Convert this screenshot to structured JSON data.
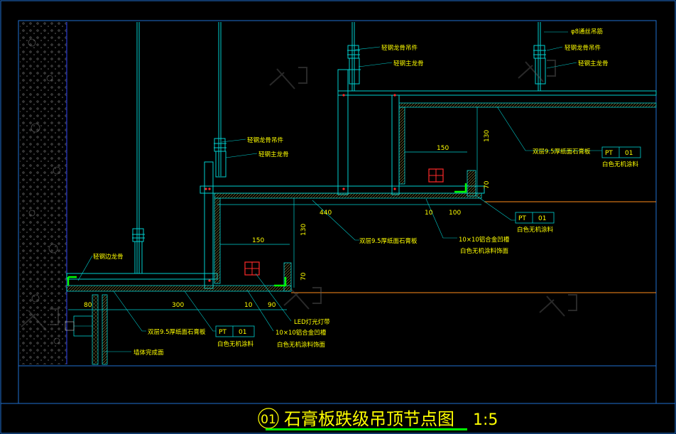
{
  "title": {
    "number": "01",
    "text": "石膏板跌级吊顶节点图",
    "scale": "1:5"
  },
  "labels": {
    "rod": "φ8通丝吊筋",
    "hanger_r": "轻钢龙骨吊件",
    "main_keel_r": "轻钢主龙骨",
    "hanger_m": "轻钢龙骨吊件",
    "main_keel_m": "轻钢主龙骨",
    "hanger_t": "轻钢龙骨吊件",
    "main_keel_t": "轻钢主龙骨",
    "edge_keel": "轻钢边龙骨",
    "board_r": "双层9.5厚纸面石膏板",
    "paint_r": "白色无机涂料",
    "board_m": "双层9.5厚纸面石膏板",
    "groove_m1": "10×10铝合金凹槽",
    "groove_m2": "白色无机涂料饰面",
    "paint_m": "白色无机涂料",
    "board_b": "双层9.5厚纸面石膏板",
    "paint_b": "白色无机涂料",
    "led": "LED灯光灯带",
    "groove_b1": "10×10铝合金凹槽",
    "groove_b2": "白色无机涂料饰面",
    "wall": "墙体完成面"
  },
  "tags": {
    "pt_r": {
      "code": "PT",
      "num": "01"
    },
    "pt_m": {
      "code": "PT",
      "num": "01"
    },
    "pt_b": {
      "code": "PT",
      "num": "01"
    }
  },
  "dims": {
    "d150a": "150",
    "d130a": "130",
    "d70a": "70",
    "d440": "440",
    "d10a": "10",
    "d100": "100",
    "d150b": "150",
    "d130b": "130",
    "d70b": "70",
    "d80": "80",
    "d300": "300",
    "d10b": "10",
    "d90": "90"
  },
  "colors": {
    "outline": "#00d0d0",
    "frame": "#1f6fd0",
    "text": "#ffff00",
    "hatch": "#9a8a3a",
    "accent": "#00ff00",
    "warm": "#ff8c1a",
    "light": "#ff2a2a"
  }
}
